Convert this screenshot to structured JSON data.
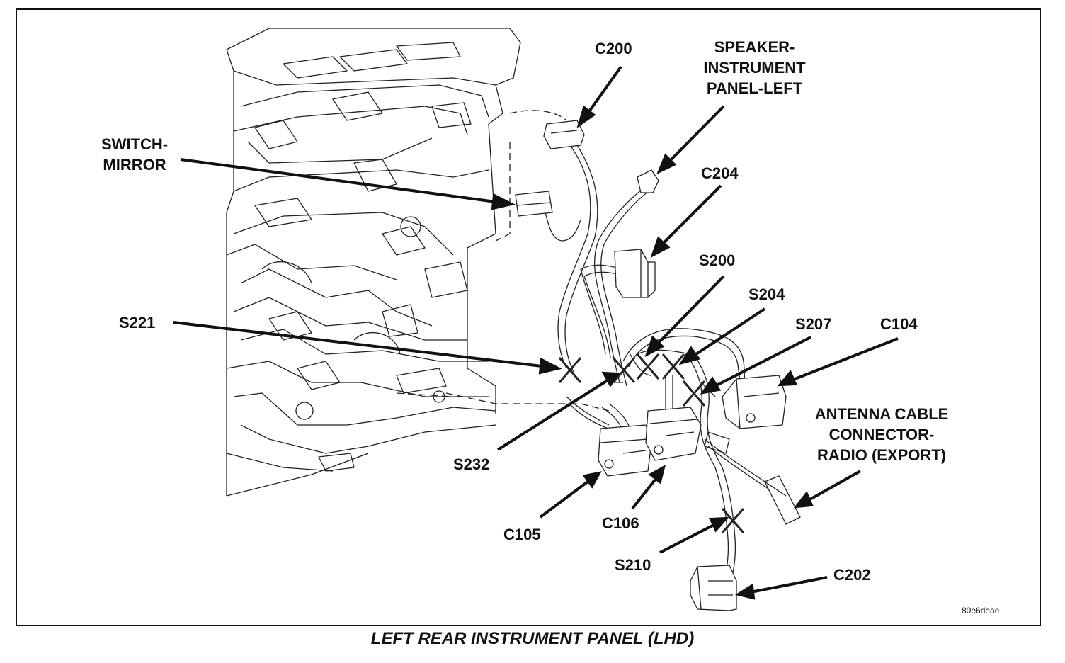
{
  "caption": "LEFT REAR INSTRUMENT PANEL (LHD)",
  "image_code": "80e6deae",
  "labels": {
    "switch_mirror": [
      "SWITCH-",
      "MIRROR"
    ],
    "c200": "C200",
    "speaker": [
      "SPEAKER-",
      "INSTRUMENT",
      "PANEL-LEFT"
    ],
    "c204": "C204",
    "s200": "S200",
    "s204": "S204",
    "s207": "S207",
    "c104": "C104",
    "s221": "S221",
    "antenna": [
      "ANTENNA CABLE",
      "CONNECTOR-",
      "RADIO (EXPORT)"
    ],
    "s232": "S232",
    "c105": "C105",
    "c106": "C106",
    "s210": "S210",
    "c202": "C202"
  }
}
